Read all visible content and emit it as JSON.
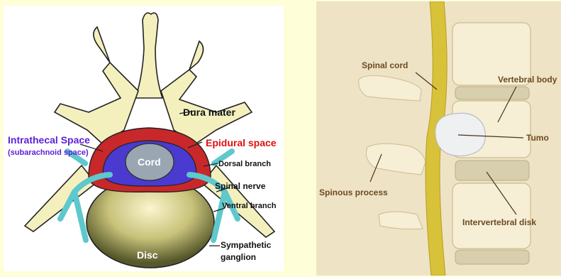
{
  "left_diagram": {
    "labels": {
      "dura_mater": "Dura mater",
      "intrathecal_space": "Intrathecal Space",
      "subarachnoid_space": "(subarachnoid space)",
      "epidural_space": "Epidural space",
      "cord": "Cord",
      "dorsal_branch": "Dorsal branch",
      "spinal_nerve": "Spinal nerve",
      "ventral_branch": "Ventral branch",
      "disc": "Disc",
      "sympathetic_ganglion_line1": "Sympathetic",
      "sympathetic_ganglion_line2": "ganglion"
    },
    "colors": {
      "bone": "#f4f0be",
      "dura": "#c8282a",
      "intrathecal": "#4a3ad0",
      "nerve": "#5ec8cc",
      "cord": "#9aa7b2",
      "disc": "#56572a",
      "intrathecal_label": "#5b1fd8",
      "epidural_label": "#dd1111"
    }
  },
  "right_diagram": {
    "labels": {
      "spinal_cord": "Spinal cord",
      "vertebral_body": "Vertebral body",
      "tumor": "Tumo",
      "spinous_process": "Spinous process",
      "intervertebral_disk": "Intervertebral disk"
    },
    "colors": {
      "background": "#efe3c5",
      "bone": "#f6efd6",
      "cord": "#d8c23a",
      "label": "#6b4a22"
    }
  }
}
